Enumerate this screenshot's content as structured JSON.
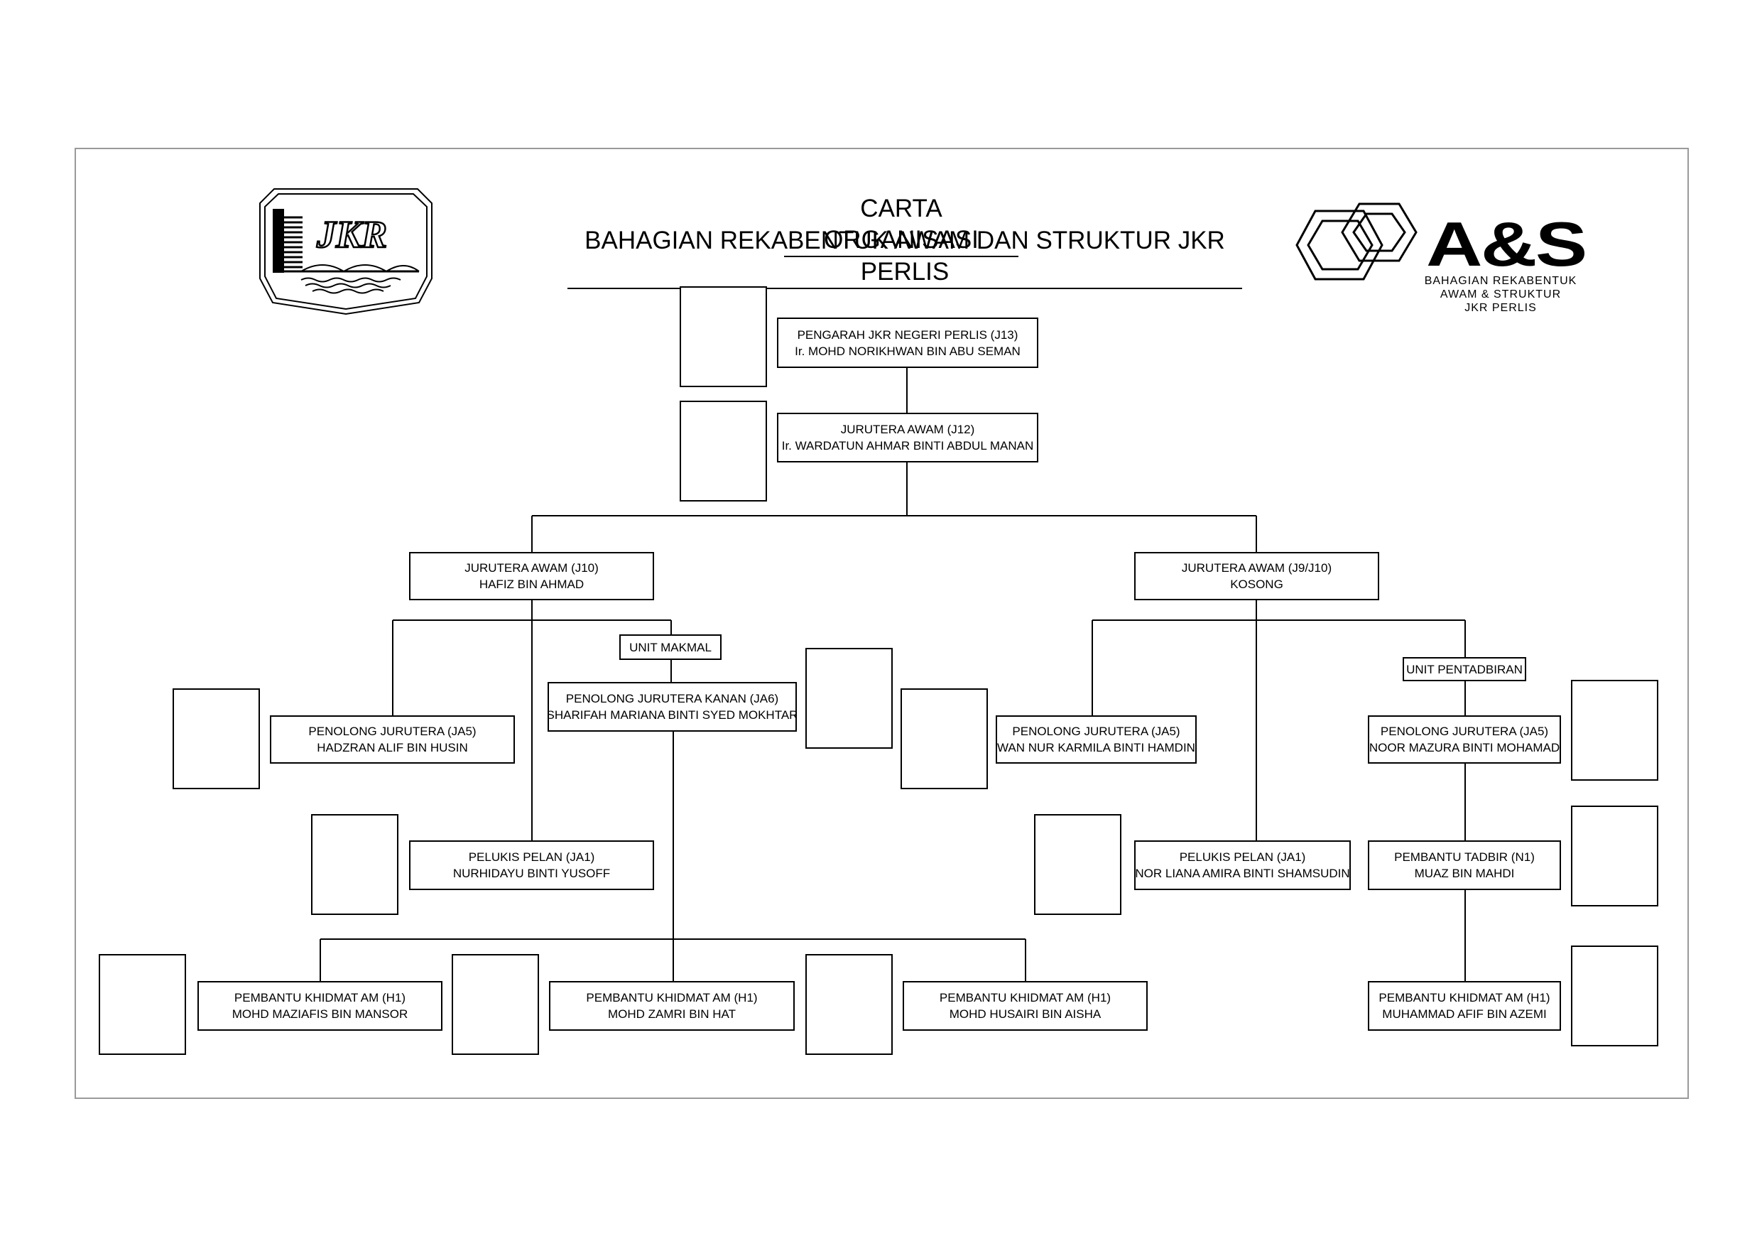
{
  "title": {
    "line1": "CARTA ORGANISASI",
    "line2": "BAHAGIAN REKABENTUK AWAM DAN STRUKTUR JKR PERLIS"
  },
  "logos": {
    "jkr": {
      "icon": "jkr-logo",
      "text": "JKR"
    },
    "as": {
      "icon": "as-hexagon-logo",
      "wordmark": "A&S",
      "line1": "BAHAGIAN  REKABENTUK",
      "line2": "AWAM  &  STRUKTUR",
      "line3": "JKR  PERLIS"
    }
  },
  "nodes": {
    "pengarah": {
      "role": "PENGARAH JKR NEGERI PERLIS (J13)",
      "name": "Ir. MOHD NORIKHWAN BIN ABU SEMAN"
    },
    "j12": {
      "role": "JURUTERA AWAM (J12)",
      "name": "Ir. WARDATUN AHMAR BINTI ABDUL MANAN"
    },
    "j10": {
      "role": "JURUTERA AWAM (J10)",
      "name": "HAFIZ BIN AHMAD"
    },
    "j9j10": {
      "role": "JURUTERA AWAM (J9/J10)",
      "name": "KOSONG"
    },
    "unit_makmal": {
      "label": "UNIT MAKMAL"
    },
    "unit_pentadbiran": {
      "label": "UNIT PENTADBIRAN"
    },
    "pj_hadzran": {
      "role": "PENOLONG JURUTERA (JA5)",
      "name": "HADZRAN ALIF BIN HUSIN"
    },
    "pjk_sharifah": {
      "role": "PENOLONG JURUTERA KANAN (JA6)",
      "name": "SHARIFAH MARIANA BINTI SYED MOKHTAR"
    },
    "pp_nurhidayu": {
      "role": "PELUKIS PELAN (JA1)",
      "name": "NURHIDAYU BINTI YUSOFF"
    },
    "pj_wan": {
      "role": "PENOLONG JURUTERA (JA5)",
      "name": "WAN NUR KARMILA BINTI HAMDIN"
    },
    "pp_nor": {
      "role": "PELUKIS PELAN (JA1)",
      "name": "NOR LIANA AMIRA BINTI SHAMSUDIN"
    },
    "pj_noor": {
      "role": "PENOLONG JURUTERA (JA5)",
      "name": "NOOR MAZURA BINTI MOHAMAD"
    },
    "pt_muaz": {
      "role": "PEMBANTU TADBIR (N1)",
      "name": "MUAZ BIN MAHDI"
    },
    "pka_maziafis": {
      "role": "PEMBANTU KHIDMAT AM (H1)",
      "name": "MOHD MAZIAFIS BIN MANSOR"
    },
    "pka_zamri": {
      "role": "PEMBANTU KHIDMAT AM (H1)",
      "name": "MOHD ZAMRI BIN HAT"
    },
    "pka_husairi": {
      "role": "PEMBANTU KHIDMAT AM (H1)",
      "name": "MOHD HUSAIRI BIN AISHA"
    },
    "pka_afif": {
      "role": "PEMBANTU KHIDMAT AM (H1)",
      "name": "MUHAMMAD AFIF BIN AZEMI"
    }
  },
  "colors": {
    "line": "#000000",
    "frame": "#9a9a9a",
    "background": "#ffffff"
  }
}
